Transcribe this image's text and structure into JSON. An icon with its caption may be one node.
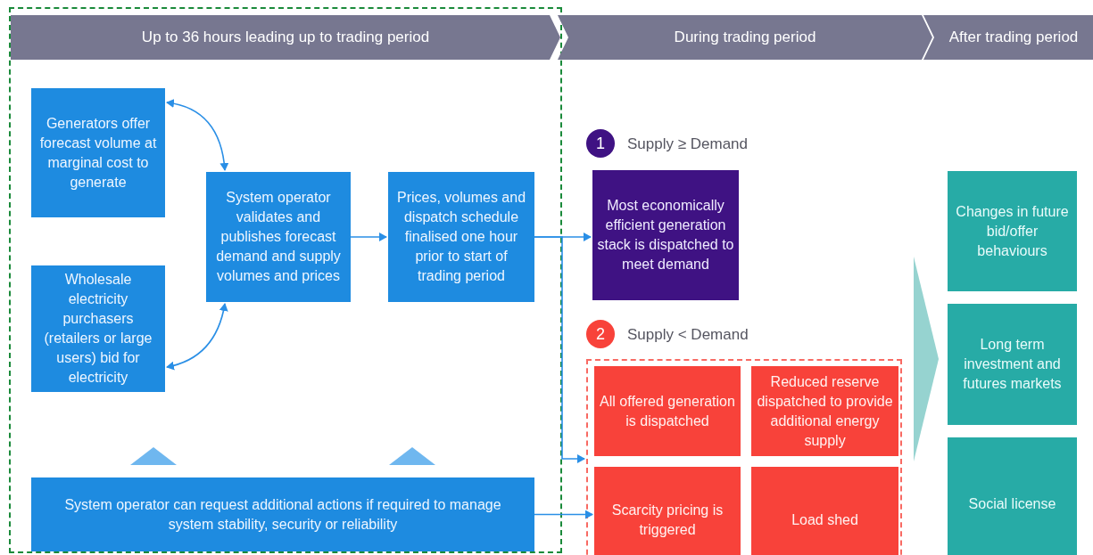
{
  "diagram": {
    "nodes": [
      {
        "text": [],
        "shape": "box"
      },
      {
        "text": [
          "Up to 36 hours leading up to trading period"
        ],
        "in": 0
      },
      {
        "text": [
          "During trading period"
        ]
      },
      {
        "text": [
          "After trading period"
        ]
      },
      {
        "text": [
          "Generators offer forecast volume at marginal cost to generate"
        ],
        "in": 0
      },
      {
        "text": [
          "Wholesale electricity purchasers (retailers or large users) bid for electricity"
        ],
        "in": 0
      },
      {
        "text": [
          "System operator validates and publishes forecast demand and supply volumes and prices"
        ],
        "in": 0
      },
      {
        "text": [
          "Prices, volumes and dispatch schedule finalised one hour prior to start of trading period"
        ],
        "in": 0
      },
      {
        "text": [
          "System operator can request additional actions if required to manage system stability, security or reliability"
        ],
        "in": 0
      },
      {
        "text": [
          "1"
        ],
        "beside": [
          "Supply ≥ Demand"
        ]
      },
      {
        "text": [
          "Most economically efficient generation stack is dispatched to meet demand"
        ]
      },
      {
        "text": [
          "2"
        ],
        "beside": [
          "Supply < Demand"
        ]
      },
      {
        "text": [],
        "shape": "box"
      },
      {
        "text": [
          "All offered generation is dispatched"
        ],
        "in": 12
      },
      {
        "text": [
          "Reduced reserve dispatched to provide additional energy supply"
        ],
        "in": 12
      },
      {
        "text": [
          "Scarcity pricing is triggered"
        ],
        "in": 12
      },
      {
        "text": [
          "Load shed"
        ],
        "in": 12
      },
      {
        "text": [
          "Changes in future bid/offer behaviours"
        ]
      },
      {
        "text": [
          "Long term investment and futures markets"
        ]
      },
      {
        "text": [
          "Social license"
        ]
      }
    ],
    "edges": [
      {
        "from": 4,
        "to": 6,
        "arrow": "both"
      },
      {
        "from": 5,
        "to": 6,
        "arrow": "both"
      },
      {
        "from": 6,
        "to": 7,
        "arrow": "to"
      },
      {
        "from": 7,
        "to": 10,
        "arrow": "to"
      },
      {
        "from": 7,
        "to": 12,
        "arrow": "to"
      },
      {
        "from": 8,
        "to": 15,
        "arrow": "to"
      }
    ]
  }
}
